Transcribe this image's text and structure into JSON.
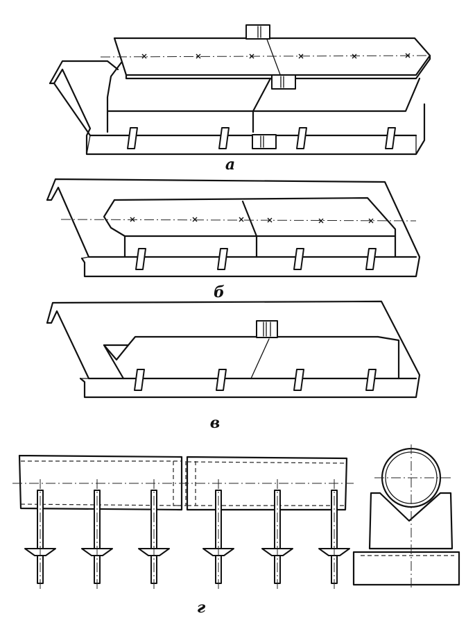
{
  "figures": {
    "a": {
      "label": "а"
    },
    "b": {
      "label": "б"
    },
    "v": {
      "label": "в"
    },
    "g": {
      "label": "г"
    }
  }
}
